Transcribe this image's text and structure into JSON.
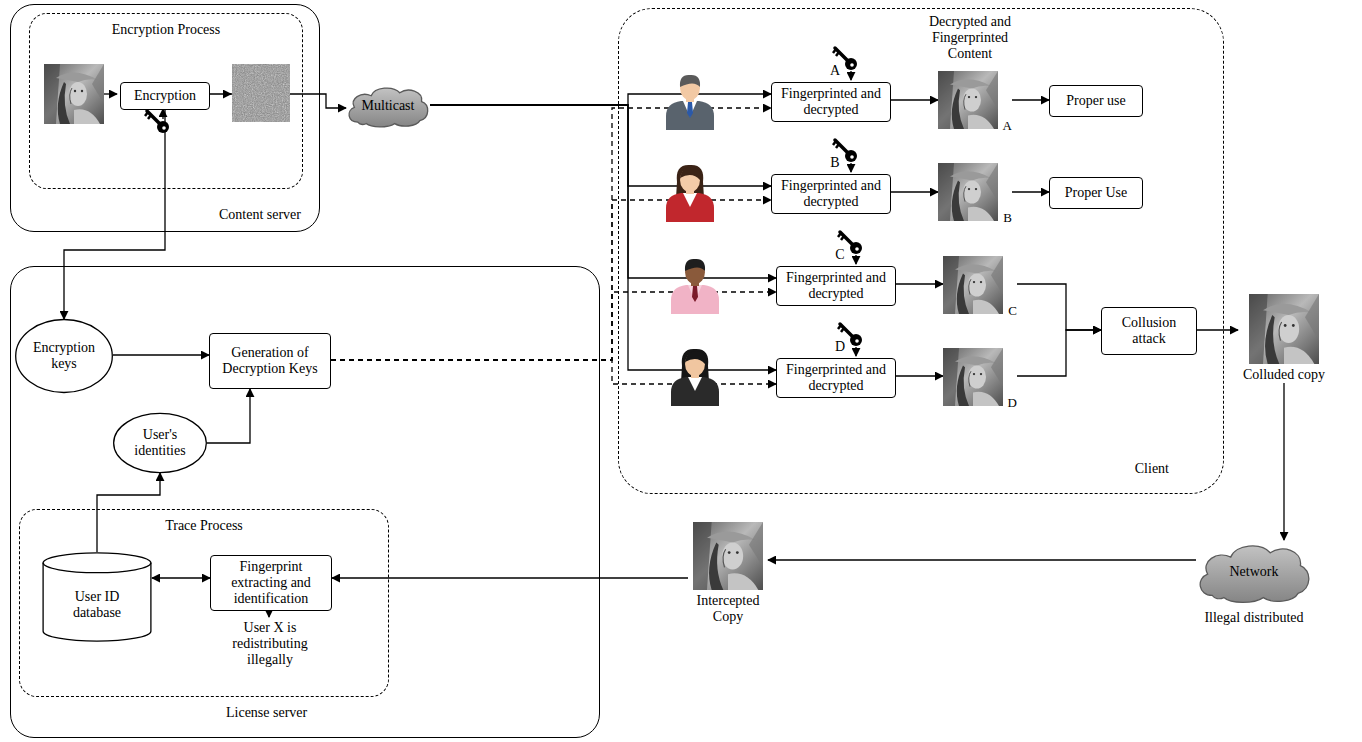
{
  "diagram": {
    "nodes": [
      {
        "text": [
          "Content server"
        ]
      },
      {
        "text": [
          "Encryption Process"
        ],
        "in": 0
      },
      {
        "text": [
          "Encryption"
        ],
        "in": 1
      },
      {
        "text": [
          "Multicast"
        ]
      },
      {
        "text": [
          "Client"
        ]
      },
      {
        "text": [
          "Fingerprinted and decrypted"
        ],
        "in": 4
      },
      {
        "text": [
          "A"
        ],
        "in": 4
      },
      {
        "text": [
          "Proper use"
        ],
        "in": 4
      },
      {
        "text": [
          "Fingerprinted and decrypted"
        ],
        "in": 4
      },
      {
        "text": [
          "B"
        ],
        "in": 4
      },
      {
        "text": [
          "Proper Use"
        ],
        "in": 4
      },
      {
        "text": [
          "Fingerprinted and decrypted"
        ],
        "in": 4
      },
      {
        "text": [
          "C"
        ],
        "in": 4
      },
      {
        "text": [
          "Fingerprinted and decrypted"
        ],
        "in": 4
      },
      {
        "text": [
          "D"
        ],
        "in": 4
      },
      {
        "text": [
          "Collusion attack"
        ],
        "in": 4
      },
      {
        "text": [
          "Colluded copy"
        ]
      },
      {
        "text": [
          "Network",
          "Illegal distributed"
        ]
      },
      {
        "text": [
          "License server"
        ]
      },
      {
        "text": [
          "Encryption keys"
        ],
        "in": 18
      },
      {
        "text": [
          "Generation of Decryption Keys"
        ],
        "in": 18
      },
      {
        "text": [
          "User's identities"
        ],
        "in": 18
      },
      {
        "text": [
          "Trace Process"
        ],
        "in": 18
      },
      {
        "text": [
          "User ID database"
        ],
        "in": 22
      },
      {
        "text": [
          "Fingerprint extracting and identification"
        ],
        "in": 22
      },
      {
        "text": [
          "Intercepted Copy"
        ]
      }
    ],
    "edges": [
      {
        "from": 2,
        "to": 3,
        "arrow": "to"
      },
      {
        "from": 3,
        "to": 5,
        "arrow": "to"
      },
      {
        "from": 3,
        "to": 8,
        "arrow": "to"
      },
      {
        "from": 3,
        "to": 11,
        "arrow": "to"
      },
      {
        "from": 3,
        "to": 13,
        "arrow": "to"
      },
      {
        "from": 2,
        "to": 19,
        "arrow": "to"
      },
      {
        "from": 19,
        "to": 20,
        "arrow": "to"
      },
      {
        "from": 21,
        "to": 20,
        "arrow": "to"
      },
      {
        "from": 23,
        "to": 21,
        "arrow": "to"
      },
      {
        "from": 23,
        "to": 24,
        "arrow": "both"
      },
      {
        "from": 20,
        "to": 5,
        "arrow": "to"
      },
      {
        "from": 20,
        "to": 8,
        "arrow": "to"
      },
      {
        "from": 20,
        "to": 11,
        "arrow": "to"
      },
      {
        "from": 20,
        "to": 13,
        "arrow": "to"
      },
      {
        "from": 5,
        "to": 6,
        "arrow": "to"
      },
      {
        "from": 6,
        "to": 7,
        "arrow": "to"
      },
      {
        "from": 8,
        "to": 9,
        "arrow": "to"
      },
      {
        "from": 9,
        "to": 10,
        "arrow": "to"
      },
      {
        "from": 11,
        "to": 12,
        "arrow": "to"
      },
      {
        "from": 13,
        "to": 14,
        "arrow": "to"
      },
      {
        "from": 12,
        "to": 15,
        "arrow": "to"
      },
      {
        "from": 14,
        "to": 15,
        "arrow": "to"
      },
      {
        "from": 15,
        "to": 16,
        "arrow": "to"
      },
      {
        "from": 16,
        "to": 17,
        "arrow": "to"
      },
      {
        "from": 17,
        "to": 25,
        "arrow": "to"
      },
      {
        "from": 25,
        "to": 24,
        "arrow": "to"
      }
    ],
    "labels": [
      "Decrypted and Fingerprinted Content",
      "A",
      "B",
      "C",
      "D",
      "User X is redistributing illegally"
    ]
  }
}
